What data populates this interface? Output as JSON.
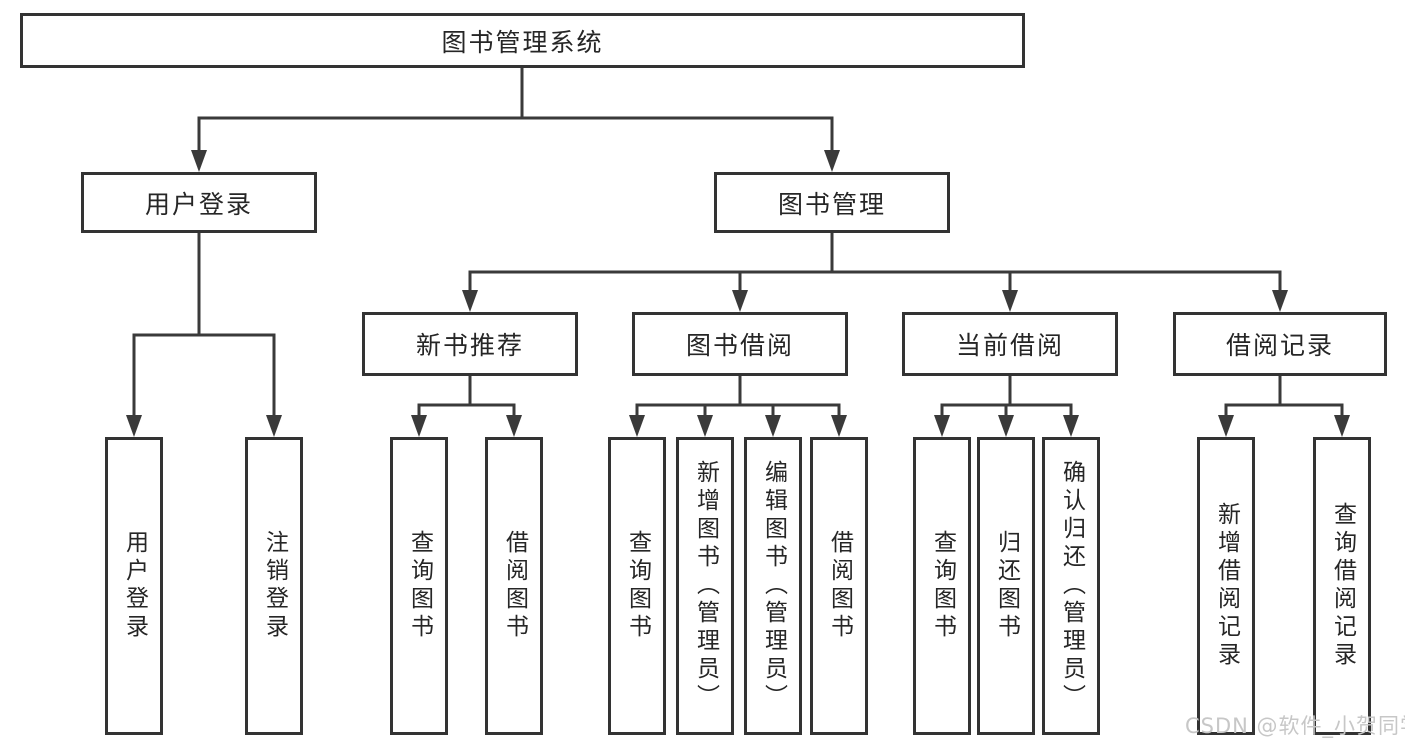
{
  "diagram": {
    "title": "图书管理系统",
    "level2": {
      "user_login": "用户登录",
      "book_mgmt": "图书管理"
    },
    "level3": {
      "new_book": "新书推荐",
      "borrow": "图书借阅",
      "current": "当前借阅",
      "records": "借阅记录"
    },
    "leaves": {
      "user_login": [
        "用户登录",
        "注销登录"
      ],
      "new_book": [
        "查询图书",
        "借阅图书"
      ],
      "borrow": [
        "查询图书",
        "新增图书（管理员）",
        "编辑图书（管理员）",
        "借阅图书"
      ],
      "current": [
        "查询图书",
        "归还图书",
        "确认归还（管理员）"
      ],
      "records": [
        "新增借阅记录",
        "查询借阅记录"
      ]
    }
  },
  "watermark": "CSDN @软件_小贺同学",
  "colors": {
    "line": "#3a3a3a",
    "border": "#333333",
    "text": "#262626",
    "watermark": "#c7c7c7",
    "background": "#ffffff"
  }
}
